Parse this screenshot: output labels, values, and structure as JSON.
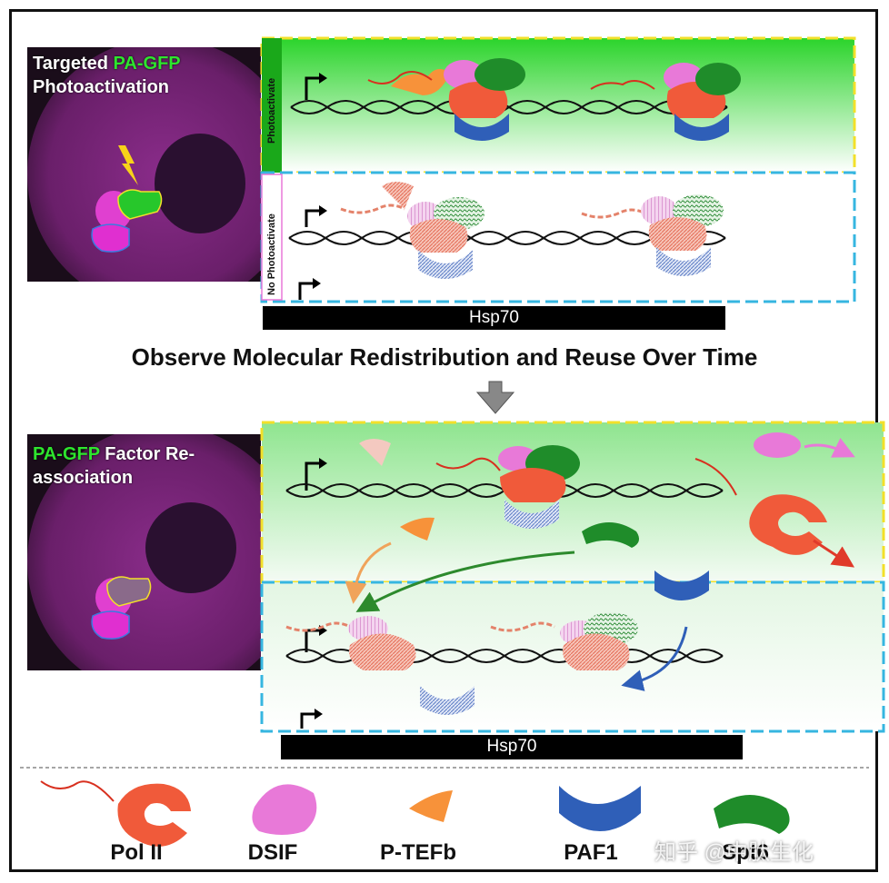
{
  "top_image": {
    "line1_white": "Targeted ",
    "line1_green": "PA-GFP",
    "line2": "Photoactivation"
  },
  "bottom_image": {
    "line1_green": "PA-GFP",
    "line1_white": " Factor Re-",
    "line2": "association"
  },
  "top_panel": {
    "label_photo": "Photoactivate",
    "label_nophoto": "No Photoactivate",
    "gene": "Hsp70"
  },
  "bottom_panel": {
    "gene": "Hsp70"
  },
  "headline": "Observe Molecular Redistribution and Reuse Over Time",
  "legend": {
    "pol2": "Pol II",
    "dsif": "DSIF",
    "ptefb": "P-TEFb",
    "paf1": "PAF1",
    "spt6": "Spt6"
  },
  "watermark": "知乎 @中肽生化",
  "colors": {
    "polII": "#f05a3a",
    "dsif": "#e879d8",
    "ptefb": "#f7923a",
    "paf1": "#2f5fb8",
    "spt6": "#1f8c2a",
    "yellow_box": "#f2e02a",
    "cyan_box": "#36b6e0",
    "bright_green": "#2ee52e"
  }
}
